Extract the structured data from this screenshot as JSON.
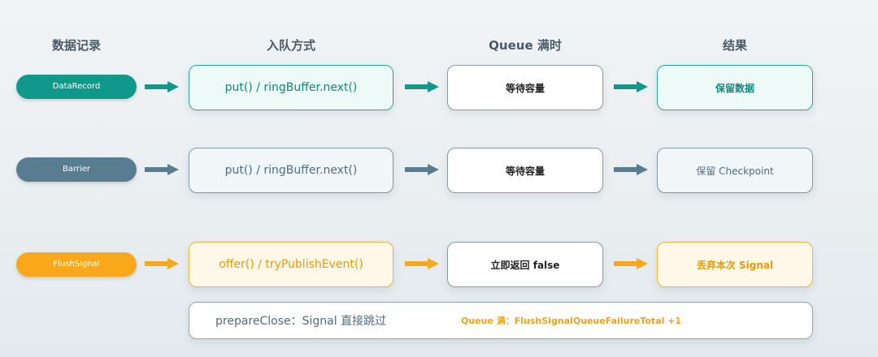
{
  "headers": {
    "col1": "数据记录",
    "col2": "入队方式",
    "col3": "Queue 满时",
    "col4": "结果"
  },
  "rows": [
    {
      "record": "DataRecord",
      "method": "put() / ringBuffer.next()",
      "when_full": "等待容量",
      "result": "保留数据",
      "color": "#10998a"
    },
    {
      "record": "Barrier",
      "method": "put() / ringBuffer.next()",
      "when_full": "等待容量",
      "result": "保留 Checkpoint",
      "color": "#587d91"
    },
    {
      "record": "FlushSignal",
      "method": "offer() / tryPublishEvent()",
      "when_full": "立即返回 false",
      "result": "丢弃本次 Signal",
      "color": "#f8a81a"
    }
  ],
  "note": {
    "left_text": "prepareClose：Signal 直接跳过",
    "right_text": "Queue 满：FlushSignalQueueFailureTotal +1"
  }
}
